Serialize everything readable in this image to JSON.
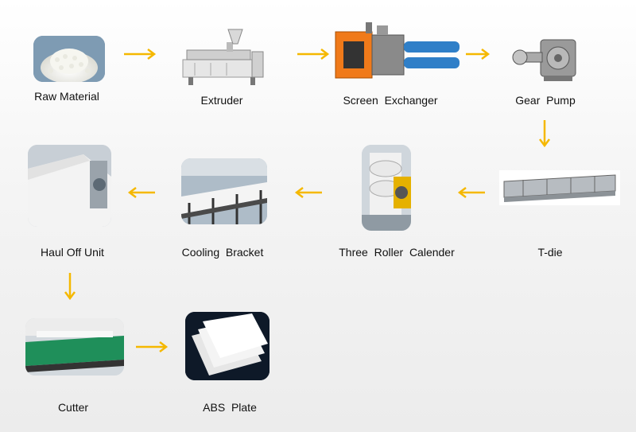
{
  "steps": [
    {
      "label": "Raw Material",
      "image": "white-pellets-image"
    },
    {
      "label": "Extruder",
      "image": "extruder-machine-image"
    },
    {
      "label": "Screen  Exchanger",
      "image": "screen-exchanger-image"
    },
    {
      "label": "Gear  Pump",
      "image": "gear-pump-image"
    },
    {
      "label": "T-die",
      "image": "t-die-image"
    },
    {
      "label": "Three  Roller  Calender",
      "image": "three-roller-calender-image"
    },
    {
      "label": "Cooling  Bracket",
      "image": "cooling-bracket-image"
    },
    {
      "label": "Haul Off Unit",
      "image": "haul-off-unit-image"
    },
    {
      "label": "Cutter",
      "image": "cutter-image"
    },
    {
      "label": "ABS  Plate",
      "image": "abs-plate-image"
    }
  ],
  "colors": {
    "arrow": "#F5B800",
    "orange_machine": "#F07A1A",
    "blue_pipe": "#2F7FC8",
    "green_belt": "#1F8F5A"
  }
}
